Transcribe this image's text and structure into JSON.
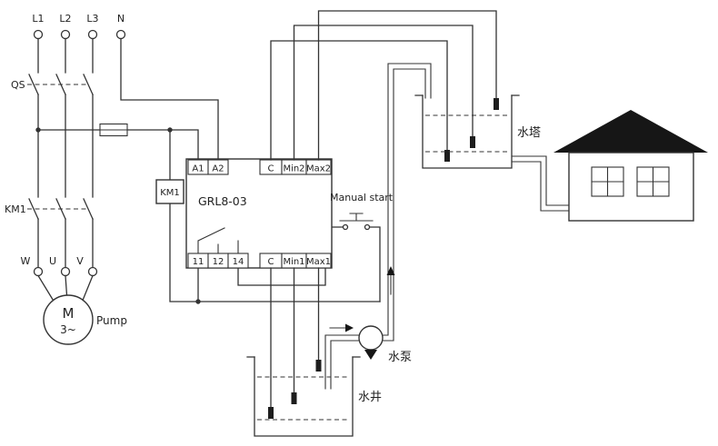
{
  "supply": {
    "l1": "L1",
    "l2": "L2",
    "l3": "L3",
    "n": "N"
  },
  "disconnect": {
    "label": "QS"
  },
  "contactor": {
    "main_label": "KM1",
    "coil_label": "KM1"
  },
  "motor": {
    "w": "W",
    "u": "U",
    "v": "V",
    "symbol": "M",
    "phase": "3~",
    "label": "Pump"
  },
  "controller": {
    "model": "GRL8-03",
    "top_terminals": [
      "A1",
      "A2",
      "C",
      "Min2",
      "Max2"
    ],
    "bottom_terminals": [
      "11",
      "12",
      "14",
      "C",
      "Min1",
      "Max1"
    ]
  },
  "manual_start": {
    "label": "Manual start"
  },
  "water": {
    "tower": "水塔",
    "well": "水井",
    "pump": "水泵"
  },
  "colors": {
    "wire": "#333333",
    "text": "#222222",
    "dark_fill": "#161616",
    "background": "#ffffff"
  }
}
